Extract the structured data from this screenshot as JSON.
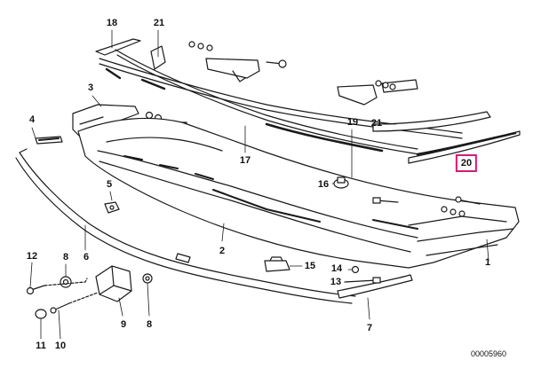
{
  "diagram": {
    "reference_code": "00005960",
    "highlight_color": "#e0157a",
    "callouts": [
      {
        "id": "1",
        "text": "1"
      },
      {
        "id": "2",
        "text": "2"
      },
      {
        "id": "3",
        "text": "3"
      },
      {
        "id": "4",
        "text": "4"
      },
      {
        "id": "5",
        "text": "5"
      },
      {
        "id": "6",
        "text": "6"
      },
      {
        "id": "7",
        "text": "7"
      },
      {
        "id": "8a",
        "text": "8"
      },
      {
        "id": "8b",
        "text": "8"
      },
      {
        "id": "9",
        "text": "9"
      },
      {
        "id": "10",
        "text": "10"
      },
      {
        "id": "11",
        "text": "11"
      },
      {
        "id": "12",
        "text": "12"
      },
      {
        "id": "13",
        "text": "13"
      },
      {
        "id": "14",
        "text": "14"
      },
      {
        "id": "15",
        "text": "15"
      },
      {
        "id": "16",
        "text": "16"
      },
      {
        "id": "17",
        "text": "17"
      },
      {
        "id": "18",
        "text": "18"
      },
      {
        "id": "19",
        "text": "19"
      },
      {
        "id": "20",
        "text": "20",
        "highlighted": true
      },
      {
        "id": "21a",
        "text": "21"
      },
      {
        "id": "21b",
        "text": "21"
      }
    ]
  }
}
